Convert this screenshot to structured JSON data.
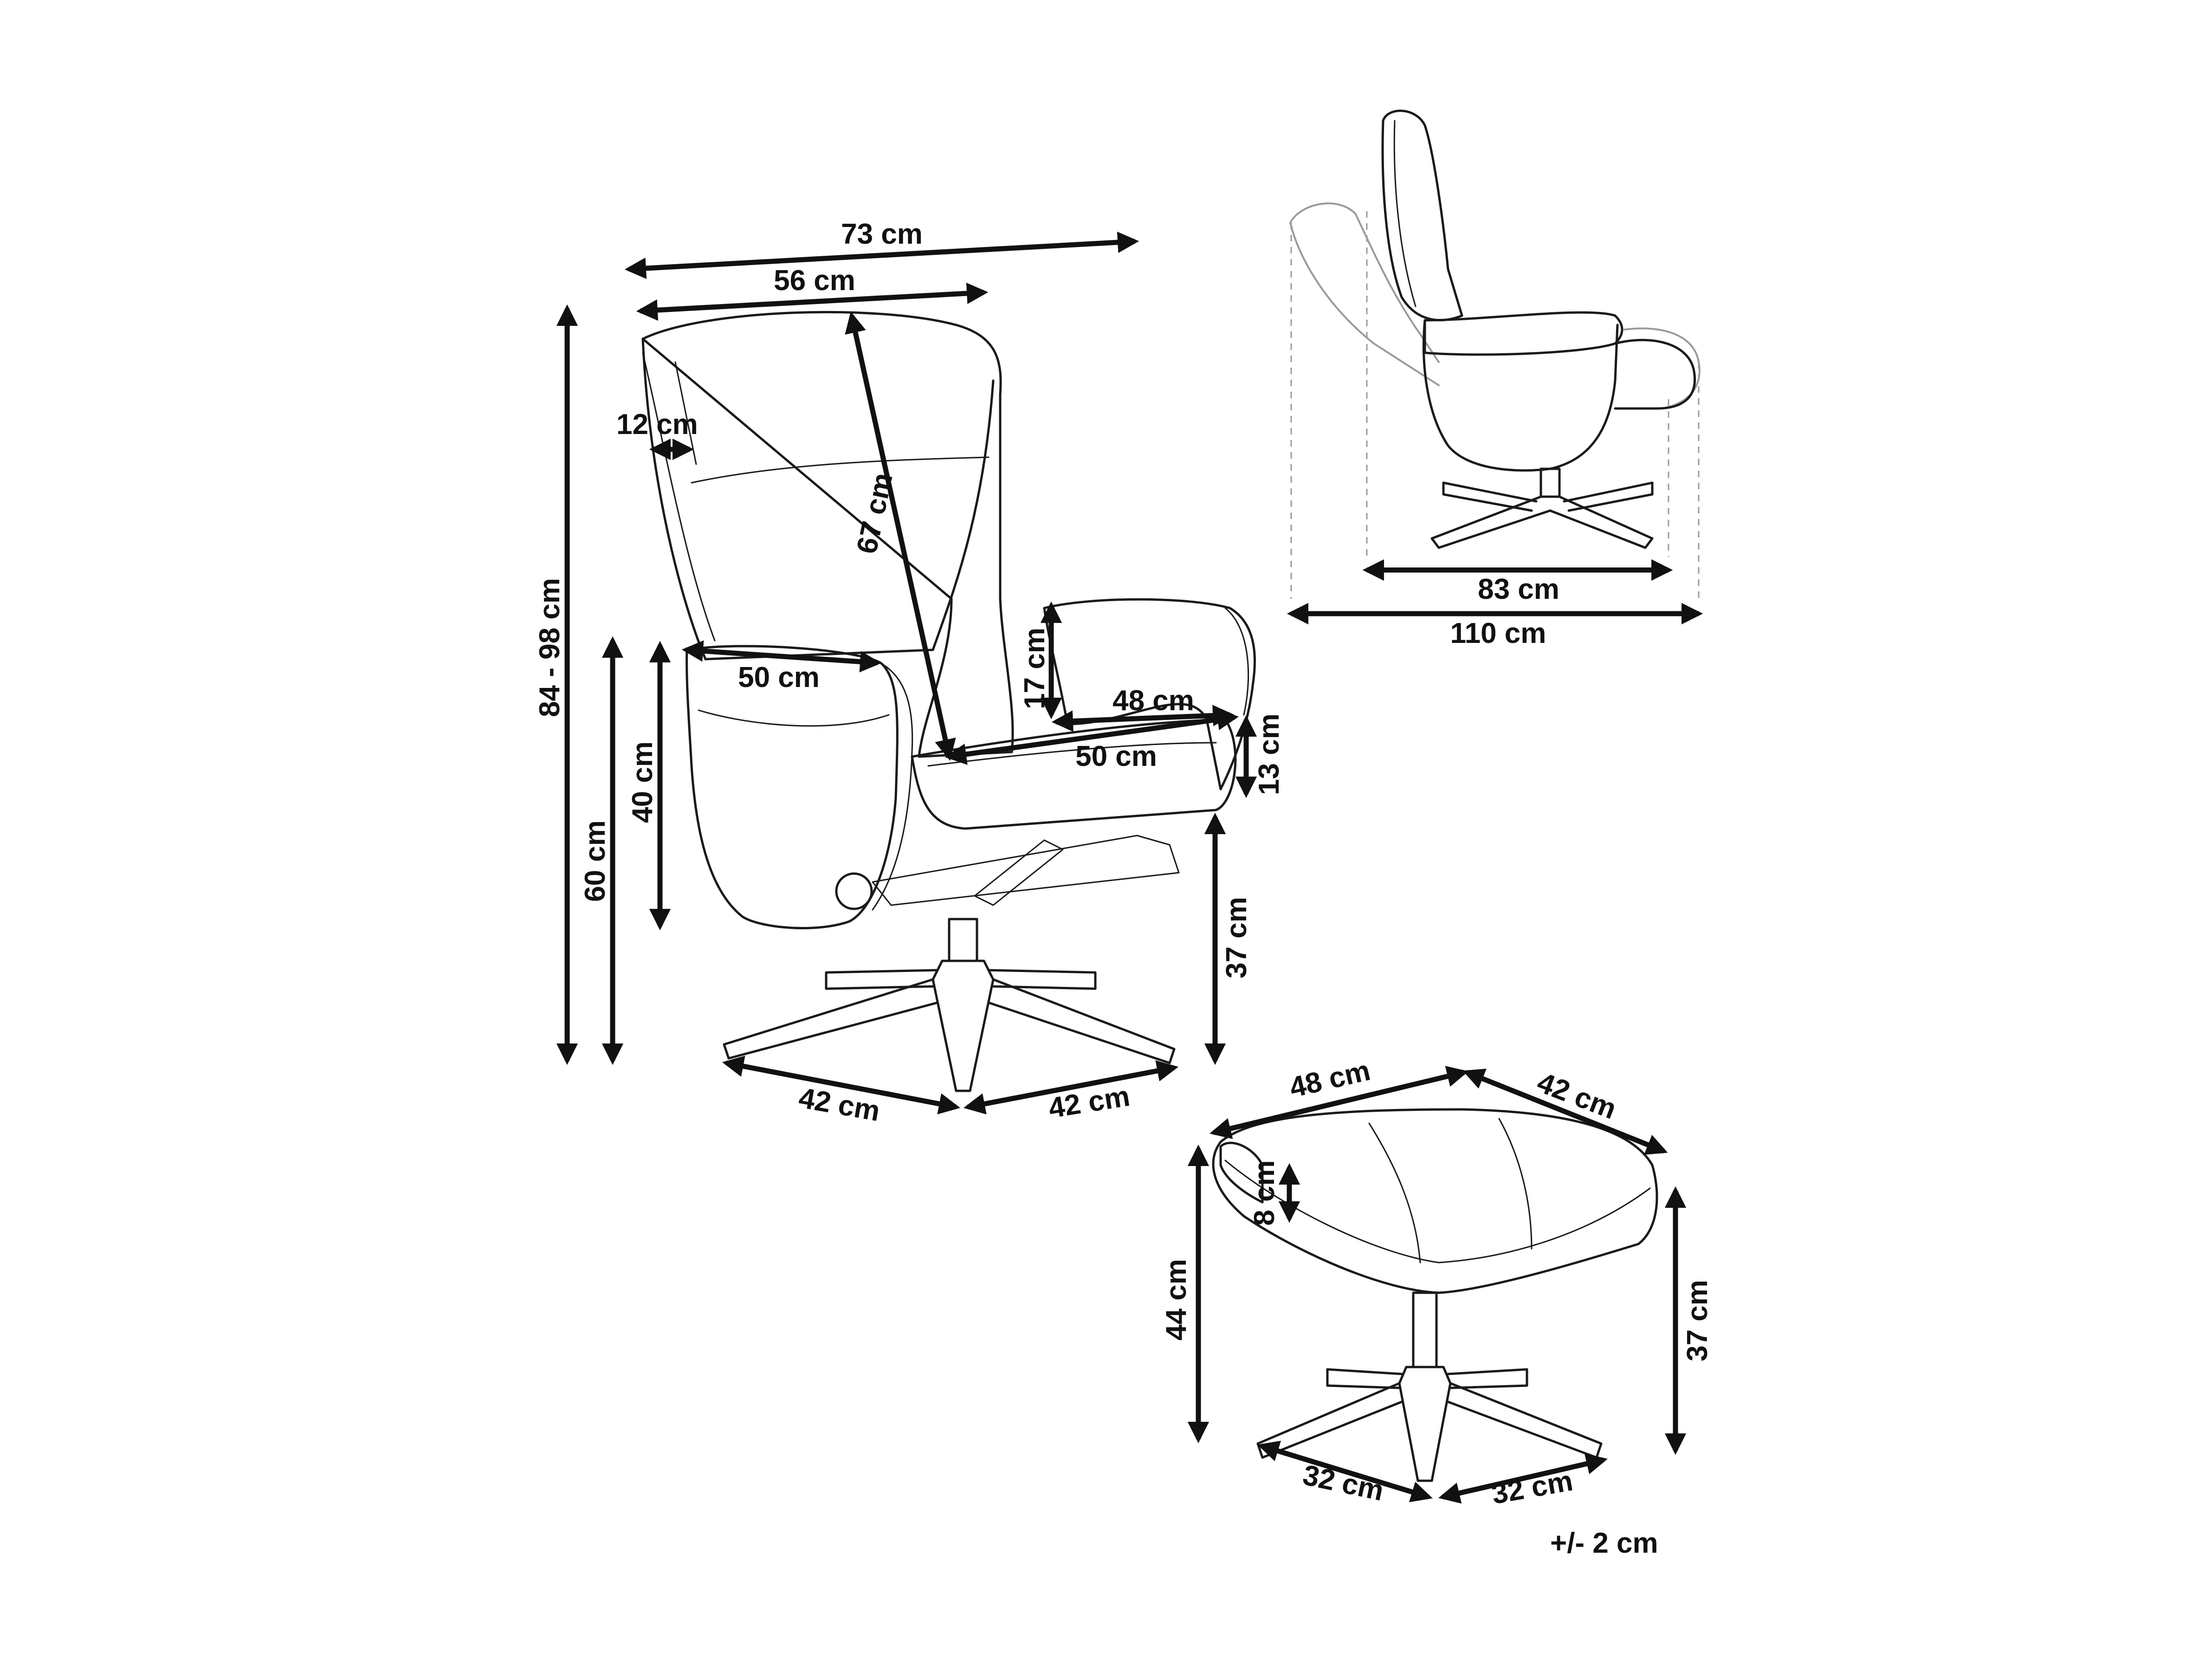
{
  "colors": {
    "line": "#1a1a1a",
    "dimension": "#111111",
    "ghost": "#9a9a9a",
    "background": "#ffffff"
  },
  "chair": {
    "total_width": "73 cm",
    "backrest_width": "56 cm",
    "armrest_thickness": "12 cm",
    "backrest_height": "67 cm",
    "armrest_length": "50 cm",
    "armrest_height": "17 cm",
    "seat_width": "48 cm",
    "seat_depth": "50 cm",
    "seat_thickness": "13 cm",
    "total_height": "84 - 98 cm",
    "armrest_floor_height": "60 cm",
    "armrest_side_height": "40 cm",
    "seat_height": "37 cm",
    "base_left": "42 cm",
    "base_right": "42 cm"
  },
  "side_view": {
    "depth": "83 cm",
    "depth_reclined": "110 cm"
  },
  "ottoman": {
    "width": "48 cm",
    "depth": "42 cm",
    "cushion_thickness": "8 cm",
    "total_height": "44 cm",
    "top_height": "37 cm",
    "base_left": "32 cm",
    "base_right": "32 cm"
  },
  "tolerance": "+/- 2 cm"
}
